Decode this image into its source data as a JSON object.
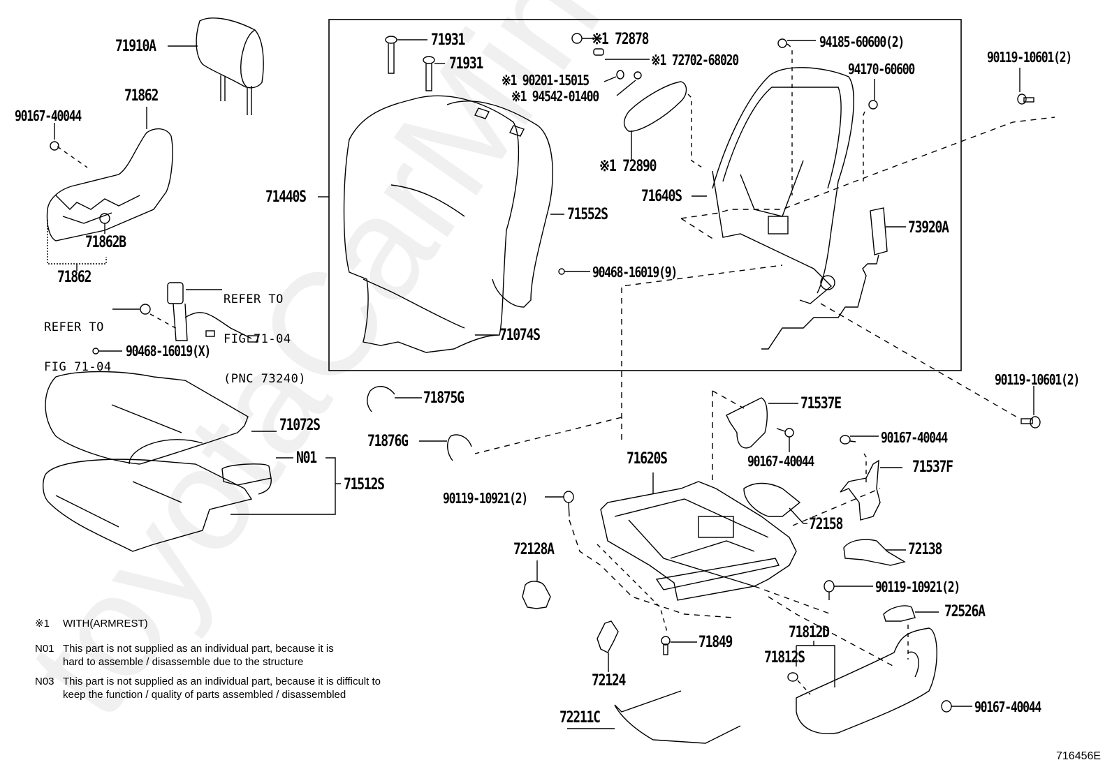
{
  "diagram": {
    "title": "Front Seat & Seat Track (Toyota parts catalog illustration)",
    "figure_id": "716456E",
    "watermark": "toyotaCarMine.ru",
    "parts": {
      "headrest": "71910A",
      "cover_top": "71862",
      "cover_screw": "90167-40044",
      "cover_clip": "71862B",
      "cover_assy": "71862",
      "back_pad_assy": "71440S",
      "clip_1": "71931",
      "clip_2": "71931",
      "armrest_cap": "※1 72878",
      "armrest_bolt": "※1 72702-68020",
      "armrest_washer": "※1 90201-15015",
      "armrest_nut": "※1 94542-01400",
      "armrest": "※1 72890",
      "frame_nut": "94185-60600(2)",
      "frame_nut_2": "94170-60600",
      "back_bolt_top": "90119-10601(2)",
      "back_frame": "71640S",
      "back_cover": "71552S",
      "airbag": "73920A",
      "hog_ring_back": "90468-16019(9)",
      "back_cover_lower": "71074S",
      "buckle_ref": [
        "REFER TO",
        "FIG 71-04",
        "(PNC 73240)"
      ],
      "anchor_ref": [
        "REFER TO",
        "FIG 71-04"
      ],
      "hog_ring_cushion": "90468-16019(X)",
      "cushion_cover": "71072S",
      "sensor": "N01",
      "cushion_pad": "71512S",
      "guide_1": "71875G",
      "guide_2": "71876G",
      "back_bolt_bottom": "90119-10601(2)",
      "hinge_cover_e": "71537E",
      "hinge_screw_e": "90167-40044",
      "hinge_screw_f": "90167-40044",
      "hinge_cover_f": "71537F",
      "seat_adjuster": "71620S",
      "adjuster_bolt_left": "90119-10921(2)",
      "cover_72158": "72158",
      "cover_72138": "72138",
      "cover_72128a": "72128A",
      "adjuster_bolt_right": "90119-10921(2)",
      "knob": "72526A",
      "shield_inner": "71812D",
      "shield_outer": "71812S",
      "clip_71849": "71849",
      "cover_72124": "72124",
      "wire": "72211C",
      "shield_screw": "90167-40044"
    },
    "notes": [
      {
        "code": "※1",
        "lines": [
          "WITH(ARMREST)"
        ]
      },
      {
        "code": "N01",
        "lines": [
          "This part is not supplied as an individual part, because it is",
          "hard to assemble / disassemble due to the structure"
        ]
      },
      {
        "code": "N03",
        "lines": [
          "This part is not supplied as an individual part, because it is difficult to",
          "keep the function / quality of parts assembled / disassembled"
        ]
      }
    ]
  }
}
